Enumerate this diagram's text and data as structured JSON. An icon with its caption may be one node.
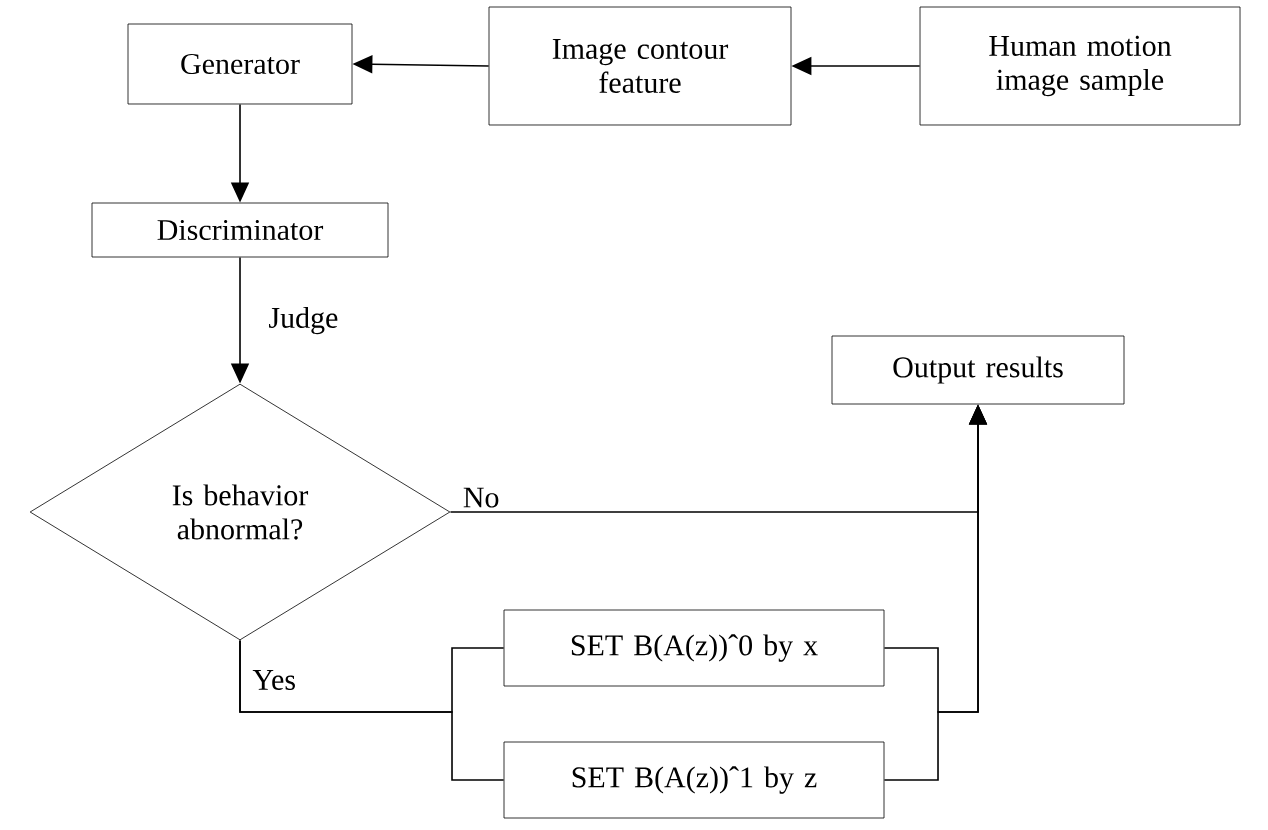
{
  "diagram": {
    "nodes": [
      {
        "text": [
          "Generator"
        ]
      },
      {
        "text": [
          "Image contour feature"
        ]
      },
      {
        "text": [
          "Human motion image sample"
        ]
      },
      {
        "text": [
          "Discriminator"
        ]
      },
      {
        "text": [
          "Is behavior abnormal?"
        ]
      },
      {
        "text": [
          "Output results"
        ]
      },
      {
        "text": [
          "SET B(A(z))ˆ0 by x"
        ]
      },
      {
        "text": [
          "SET B(A(z))ˆ1 by z"
        ]
      }
    ],
    "edges": [
      {
        "from": 2,
        "to": 1,
        "arrow": "to"
      },
      {
        "from": 1,
        "to": 0,
        "arrow": "to"
      },
      {
        "from": 0,
        "to": 3,
        "arrow": "to"
      },
      {
        "from": 3,
        "to": 4,
        "arrow": "to",
        "label": "Judge"
      },
      {
        "from": 4,
        "to": 5,
        "arrow": "to",
        "label": "No"
      },
      {
        "from": 4,
        "to": 6,
        "arrow": "none",
        "label": "Yes"
      },
      {
        "from": 4,
        "to": 7,
        "arrow": "none"
      },
      {
        "from": 6,
        "to": 5,
        "arrow": "to"
      },
      {
        "from": 7,
        "to": 5,
        "arrow": "to"
      }
    ]
  }
}
